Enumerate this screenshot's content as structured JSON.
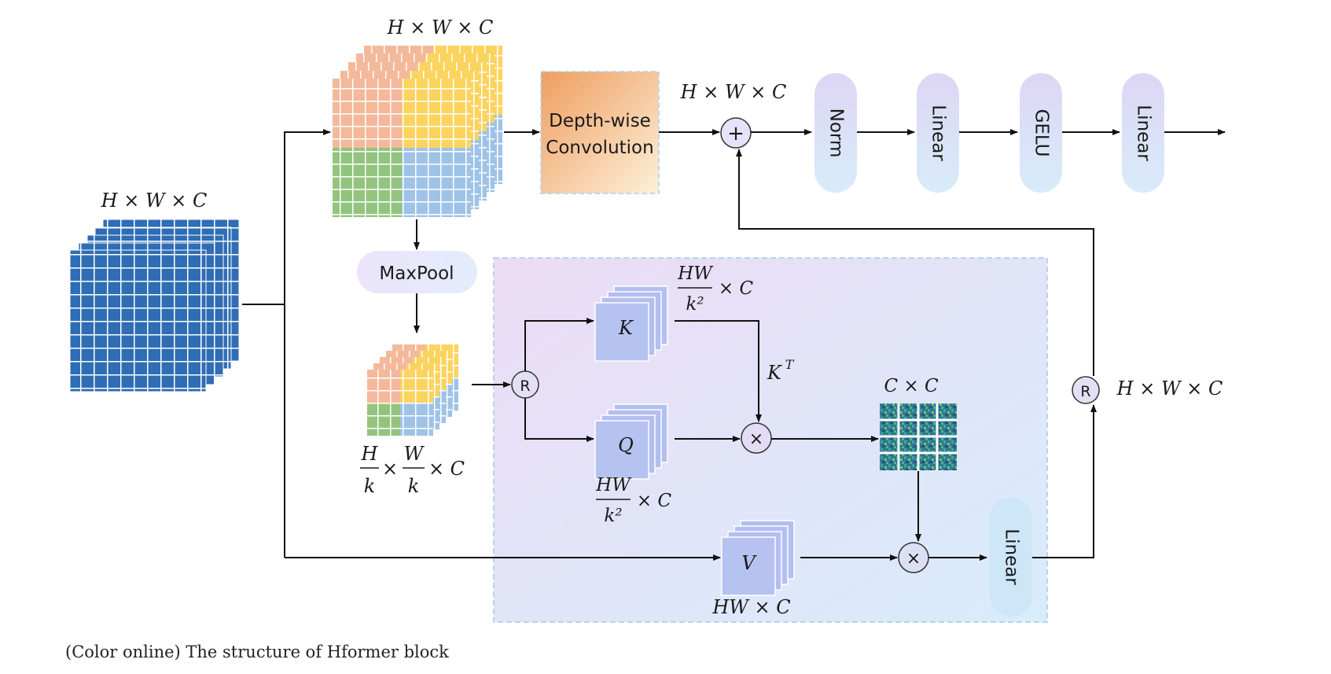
{
  "diagram": {
    "labels": {
      "input_dim": "H × W × C",
      "top_cube_dim": "H × W × C",
      "sum_dim": "H × W × C",
      "maxpool": "MaxPool",
      "depthwise_line1": "Depth-wise",
      "depthwise_line2": "Convolution",
      "norm": "Norm",
      "linear_1": "Linear",
      "gelu": "GELU",
      "linear_2": "Linear",
      "linear_attn": "Linear",
      "pooled_dim_h_num": "H",
      "pooled_dim_h_den": "k",
      "pooled_dim_w_num": "W",
      "pooled_dim_w_den": "k",
      "pooled_dim_times": "×",
      "pooled_dim_tail": "× C",
      "reshape_1": "R",
      "reshape_2": "R",
      "k_block": "K",
      "q_block": "Q",
      "v_block": "V",
      "k_dim_num": "HW",
      "k_dim_den": "k²",
      "k_dim_tail": "× C",
      "q_dim_num": "HW",
      "q_dim_den": "k²",
      "q_dim_tail": "× C",
      "v_dim": "HW × C",
      "k_transpose_base": "K",
      "k_transpose_sup": "T",
      "attn_map_dim": "C × C",
      "output_dim": "H × W × C",
      "plus_symbol": "+",
      "times_symbol_1": "×",
      "times_symbol_2": "×"
    },
    "colors": {
      "input_blue": "#2f6db5",
      "quad_peach": "#f4b99b",
      "quad_yellow": "#fbd35f",
      "quad_green": "#93c47d",
      "quad_lightblue": "#9fc3e7",
      "attention_panel_start": "#ecdcf6",
      "attention_panel_end": "#d9ecfb",
      "kqv_block": "#b3bff0",
      "pill_fill": "#e6e2f7",
      "maxpool_fill": "#e9e5fa",
      "depthwise_start": "#f0a468",
      "depthwise_end": "#fde9c8",
      "arrow": "#111111"
    }
  },
  "caption": "(Color online) The structure of Hformer block"
}
